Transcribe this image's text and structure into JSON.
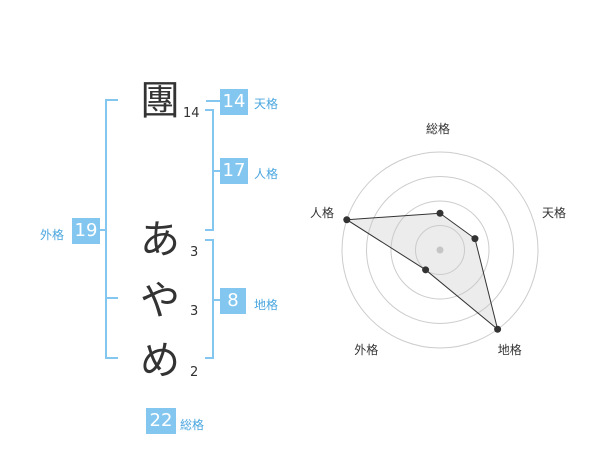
{
  "colors": {
    "bracket": "#83c7f0",
    "badge": "#83c7f0",
    "caption": "#4aa6df",
    "text": "#333333"
  },
  "name_chars": [
    {
      "char": "團",
      "strokes": "14"
    },
    {
      "char": "あ",
      "strokes": "3"
    },
    {
      "char": "や",
      "strokes": "3"
    },
    {
      "char": "め",
      "strokes": "2"
    }
  ],
  "kakusu": {
    "tenkaku": {
      "label": "天格",
      "value": "14"
    },
    "jinkaku": {
      "label": "人格",
      "value": "17"
    },
    "chikaku": {
      "label": "地格",
      "value": "8"
    },
    "gaikaku": {
      "label": "外格",
      "value": "19"
    },
    "soukaku": {
      "label": "総格",
      "value": "22"
    }
  },
  "chart_data": {
    "type": "radar",
    "axes": [
      "総格",
      "天格",
      "地格",
      "外格",
      "人格"
    ],
    "values": [
      1.5,
      1.5,
      4,
      1,
      4
    ],
    "rmax": 4,
    "rings": 4
  }
}
